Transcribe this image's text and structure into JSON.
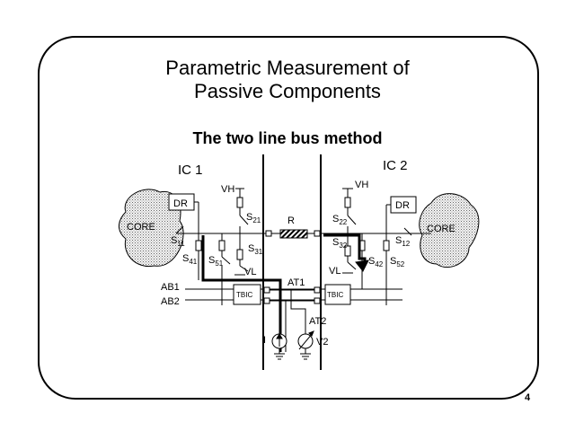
{
  "slide": {
    "title_line_1": "Parametric Measurement of",
    "title_line_2": "Passive Components",
    "subtitle": "The two line bus method",
    "page_number": "4"
  },
  "diagram": {
    "ic_left": "IC 1",
    "ic_right": "IC 2",
    "vh_left": "VH",
    "vh_right": "VH",
    "dr_left": "DR",
    "dr_right": "DR",
    "core_left": "CORE",
    "core_right": "CORE",
    "resistor": "R",
    "s21": {
      "base": "S",
      "sub": "21"
    },
    "s22": {
      "base": "S",
      "sub": "22"
    },
    "s11": {
      "base": "S",
      "sub": "11"
    },
    "s12": {
      "base": "S",
      "sub": "12"
    },
    "s31": {
      "base": "S",
      "sub": "31"
    },
    "s32": {
      "base": "S",
      "sub": "32"
    },
    "s41": {
      "base": "S",
      "sub": "41"
    },
    "s42": {
      "base": "S",
      "sub": "42"
    },
    "s51": {
      "base": "S",
      "sub": "51"
    },
    "s52": {
      "base": "S",
      "sub": "52"
    },
    "vl_left": "VL",
    "vl_right": "VL",
    "ab1": "AB1",
    "ab2": "AB2",
    "tbic_left": "TBIC",
    "tbic_right": "TBIC",
    "at1": "AT1",
    "at2": "AT2",
    "current_source": "I",
    "voltmeter": "V2"
  }
}
